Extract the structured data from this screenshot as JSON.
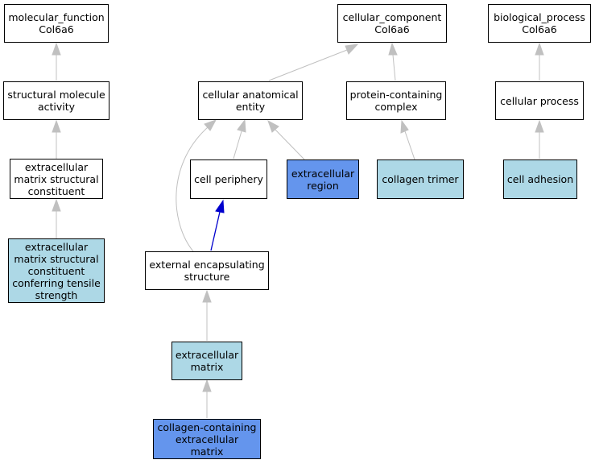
{
  "colors": {
    "default_fill": "#ffffff",
    "annotated_fill": "#add8e6",
    "direct_fill": "#6495ed",
    "edge_gray": "#c0c0c0",
    "edge_blue": "#0000cd",
    "border": "#000000"
  },
  "nodes": {
    "molecular_function": {
      "label": "molecular_function\nCol6a6",
      "fill": "#ffffff"
    },
    "structural_molecule_activity": {
      "label": "structural molecule\nactivity",
      "fill": "#ffffff"
    },
    "ecm_structural_constituent": {
      "label": "extracellular\nmatrix structural\nconstituent",
      "fill": "#ffffff"
    },
    "ecm_tensile": {
      "label": "extracellular\nmatrix structural\nconstituent\nconferring tensile\nstrength",
      "fill": "#add8e6"
    },
    "cellular_component": {
      "label": "cellular_component\nCol6a6",
      "fill": "#ffffff"
    },
    "cellular_anatomical_entity": {
      "label": "cellular anatomical\nentity",
      "fill": "#ffffff"
    },
    "protein_containing_complex": {
      "label": "protein-containing\ncomplex",
      "fill": "#ffffff"
    },
    "cell_periphery": {
      "label": "cell periphery",
      "fill": "#ffffff"
    },
    "extracellular_region": {
      "label": "extracellular\nregion",
      "fill": "#6495ed"
    },
    "collagen_trimer": {
      "label": "collagen trimer",
      "fill": "#add8e6"
    },
    "external_encapsulating_structure": {
      "label": "external encapsulating\nstructure",
      "fill": "#ffffff"
    },
    "extracellular_matrix": {
      "label": "extracellular\nmatrix",
      "fill": "#add8e6"
    },
    "collagen_containing_ecm": {
      "label": "collagen-containing\nextracellular\nmatrix",
      "fill": "#6495ed"
    },
    "biological_process": {
      "label": "biological_process\nCol6a6",
      "fill": "#ffffff"
    },
    "cellular_process": {
      "label": "cellular process",
      "fill": "#ffffff"
    },
    "cell_adhesion": {
      "label": "cell adhesion",
      "fill": "#add8e6"
    }
  },
  "edges": [
    {
      "from": "structural_molecule_activity",
      "to": "molecular_function",
      "color": "#c0c0c0"
    },
    {
      "from": "ecm_structural_constituent",
      "to": "structural_molecule_activity",
      "color": "#c0c0c0"
    },
    {
      "from": "ecm_tensile",
      "to": "ecm_structural_constituent",
      "color": "#c0c0c0"
    },
    {
      "from": "cellular_anatomical_entity",
      "to": "cellular_component",
      "color": "#c0c0c0"
    },
    {
      "from": "protein_containing_complex",
      "to": "cellular_component",
      "color": "#c0c0c0"
    },
    {
      "from": "cell_periphery",
      "to": "cellular_anatomical_entity",
      "color": "#c0c0c0"
    },
    {
      "from": "extracellular_region",
      "to": "cellular_anatomical_entity",
      "color": "#c0c0c0"
    },
    {
      "from": "external_encapsulating_structure",
      "to": "cellular_anatomical_entity",
      "color": "#c0c0c0"
    },
    {
      "from": "collagen_trimer",
      "to": "protein_containing_complex",
      "color": "#c0c0c0"
    },
    {
      "from": "external_encapsulating_structure",
      "to": "cell_periphery",
      "color": "#0000cd"
    },
    {
      "from": "extracellular_matrix",
      "to": "external_encapsulating_structure",
      "color": "#c0c0c0"
    },
    {
      "from": "collagen_containing_ecm",
      "to": "extracellular_matrix",
      "color": "#c0c0c0"
    },
    {
      "from": "cellular_process",
      "to": "biological_process",
      "color": "#c0c0c0"
    },
    {
      "from": "cell_adhesion",
      "to": "cellular_process",
      "color": "#c0c0c0"
    }
  ]
}
